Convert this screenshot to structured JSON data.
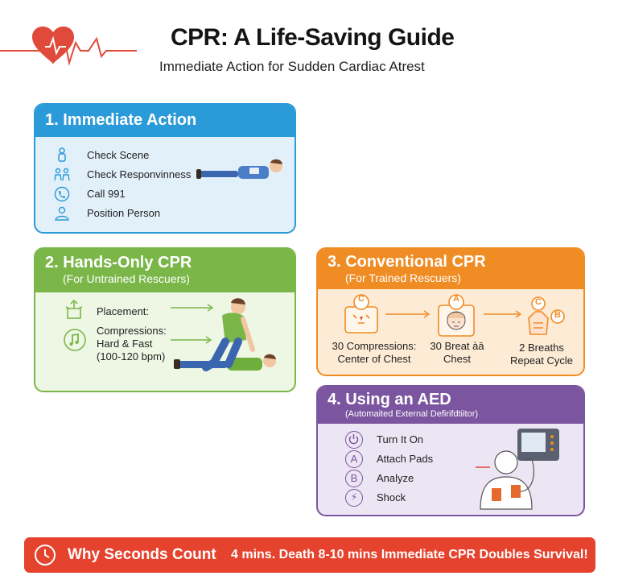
{
  "header": {
    "title": "CPR: A Life-Saving Guide",
    "subtitle": "Immediate Action for Sudden Cardiac Atrest",
    "logo_icon": "heart-ecg-icon"
  },
  "sections": {
    "immediate": {
      "title": "1. Immediate Action",
      "color": "#2b9ad8",
      "items": [
        {
          "label": "Check Scene",
          "icon": "person-icon"
        },
        {
          "label": "Check Responvinness",
          "icon": "people-icon"
        },
        {
          "label": "Call 991",
          "icon": "phone-icon"
        },
        {
          "label": "Position Person",
          "icon": "person-outline-icon"
        }
      ]
    },
    "hands_only": {
      "title": "2. Hands-Only CPR",
      "subtitle": "(For Untrained Rescuers)",
      "color": "#7ab648",
      "placement": "Placement:",
      "compressions": [
        "Compressions:",
        "Hard & Fast",
        "(100-120 bpm)"
      ]
    },
    "conventional": {
      "title": "3. Conventional CPR",
      "subtitle": "(For Trained Rescuers)",
      "color": "#f08c24",
      "steps": [
        {
          "badge": "C",
          "lines": [
            "30 Compressions:",
            "Center of Chest"
          ]
        },
        {
          "badge": "A",
          "lines": [
            "30 Breat àā",
            "Chest"
          ]
        },
        {
          "badge": "C",
          "badge2": "B",
          "lines": [
            "2 Breaths",
            "Repeat Cycle"
          ]
        }
      ]
    },
    "aed": {
      "title": "4. Using an AED",
      "subtitle": "(Automaited External Defirifdtiitor)",
      "color": "#7b559f",
      "items": [
        {
          "label": "Turn It On",
          "icon": "power-icon",
          "glyph": ""
        },
        {
          "label": "Attach Pads",
          "icon": "letter-a-icon",
          "glyph": "A"
        },
        {
          "label": "Analyze",
          "icon": "letter-b-icon",
          "glyph": "B"
        },
        {
          "label": "Shock",
          "icon": "lightning-icon",
          "glyph": "⚡"
        }
      ]
    }
  },
  "banner": {
    "title": "Why Seconds Count",
    "text": "4 mins.  Death 8-10 mins Immediate CPR Doubles Survival!",
    "color": "#e5432e",
    "icon": "clock-icon"
  }
}
